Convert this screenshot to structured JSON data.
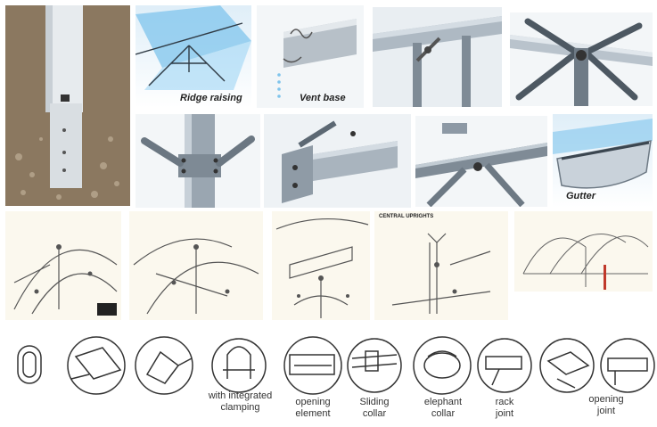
{
  "captions": {
    "ridge_raising": "Ridge raising",
    "vent_base": "Vent base",
    "gutter": "Gutter"
  },
  "joint_labels": [
    "with integrated\nclamping",
    "opening\nelement",
    "Sliding\ncollar",
    "elephant\ncollar",
    "rack\njoint",
    "opening\njoint"
  ],
  "sketch_texts": {
    "central_uprights": "CENTRAL UPRIGHTS"
  },
  "colors": {
    "steel": "#8d99a5",
    "glass": "#7fc4ec",
    "sketch_ink": "#555555"
  }
}
